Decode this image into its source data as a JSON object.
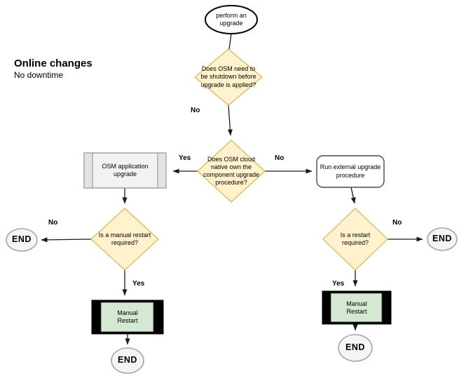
{
  "title": {
    "heading": "Online changes",
    "subheading": "No downtime"
  },
  "nodes": {
    "start": {
      "label": "perform an upgrade",
      "type": "terminator"
    },
    "decision_shutdown": {
      "label": "Does OSM need to be shutdown before upgrade is applied?",
      "type": "decision"
    },
    "decision_cloud_native": {
      "label": "Does OSM cloud native own the component upgrade procedure?",
      "type": "decision"
    },
    "process_osm_upgrade": {
      "label": "OSM application upgrade",
      "type": "predefined-process"
    },
    "process_external_upgrade": {
      "label": "Run external upgrade procedure",
      "type": "rounded-process"
    },
    "decision_manual_restart": {
      "label": "Is a manual restart required?",
      "type": "decision"
    },
    "decision_restart": {
      "label": "Is a restart required?",
      "type": "decision"
    },
    "manual_restart_left": {
      "label": "Manual Restart",
      "type": "framed-process"
    },
    "manual_restart_right": {
      "label": "Manual Restart",
      "type": "framed-process"
    },
    "end_left": {
      "label": "END",
      "type": "terminator"
    },
    "end_bottom_left": {
      "label": "END",
      "type": "terminator"
    },
    "end_right": {
      "label": "END",
      "type": "terminator"
    },
    "end_bottom_right": {
      "label": "END",
      "type": "terminator"
    }
  },
  "edge_labels": {
    "shutdown_no": "No",
    "cloud_native_yes": "Yes",
    "cloud_native_no": "No",
    "manual_restart_no": "No",
    "manual_restart_yes": "Yes",
    "restart_no": "No",
    "restart_yes": "Yes"
  },
  "colors": {
    "decision_fill": "#fff2cc",
    "decision_border": "#d6b656",
    "restart_fill": "#d5e8d4",
    "restart_frame": "#000000",
    "process_fill": "#f2f2f2",
    "process_band_fill": "#e3e3e3",
    "process_border": "#8c8c8c",
    "terminator_fill": "#f5f5f5",
    "terminator_border": "#a6a6a6",
    "start_fill": "#ffffff",
    "line": "#1a1a1a"
  }
}
